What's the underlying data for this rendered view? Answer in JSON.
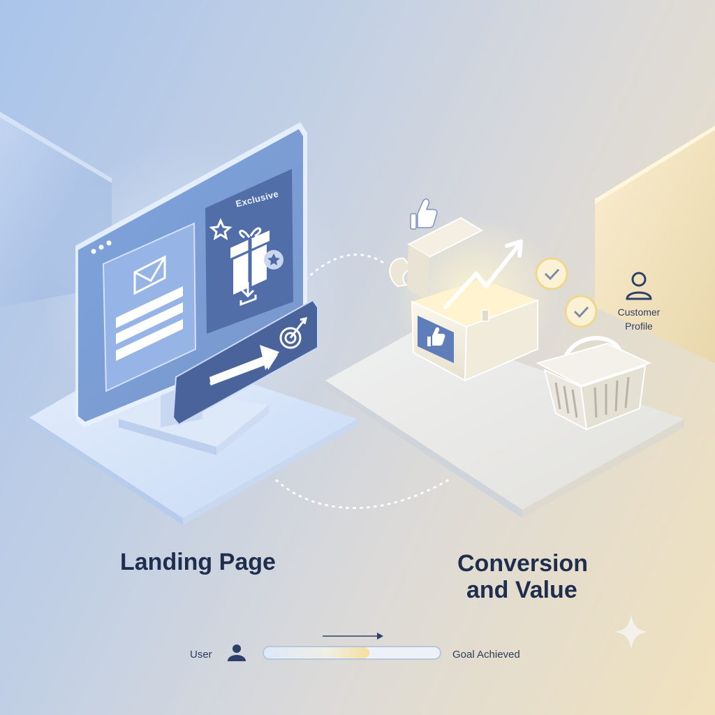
{
  "landing": {
    "title": "Landing Page",
    "badge_text": "Exclusive"
  },
  "conversion": {
    "title_line1": "Conversion",
    "title_line2": "and Value"
  },
  "customer": {
    "line1": "Customer",
    "line2": "Profile"
  },
  "journey": {
    "start_label": "User",
    "end_label": "Goal Achieved",
    "progress_fraction": 0.6
  },
  "icons": {
    "envelope": "envelope-icon",
    "gift": "gift-icon",
    "download": "download-icon",
    "target": "target-icon",
    "thumbs_up": "thumbs-up-icon",
    "chart_arrow": "trending-up-icon",
    "check_coin": "check-coin-icon",
    "basket": "shopping-basket-icon",
    "user": "user-icon",
    "sparkle": "sparkle-icon"
  },
  "colors": {
    "panel_blue": "#5e7fb8",
    "panel_dark": "#4f6ca6",
    "text_dark": "#1f2e4d",
    "gold_glow": "#f7dc8a"
  }
}
